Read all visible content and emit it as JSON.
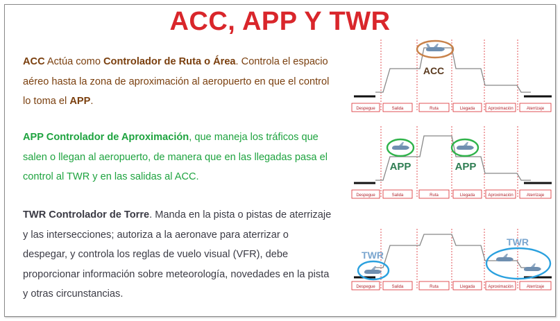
{
  "title": "ACC, APP Y TWR",
  "paragraphs": {
    "acc": {
      "b1": "ACC",
      "t1": " Actúa como ",
      "b2": "Controlador de Ruta o Área",
      "t2": ". Controla el espacio aéreo hasta la zona de aproximación al aeropuerto en que el control lo toma el ",
      "b3": "APP",
      "t3": "."
    },
    "app": {
      "b1": "APP Controlador de Aproximación",
      "t1": ", que maneja los tráficos que salen o llegan al aeropuerto, de manera que en las llegadas pasa el control al TWR y en las salidas al ACC."
    },
    "twr": {
      "b1": "TWR Controlador de Torre",
      "t1": ". Manda en la pista o pistas de aterrizaje y las intersecciones; autoriza a la aeronave para aterrizar o despegar, y controla los reglas de vuelo visual (VFR), debe proporcionar información sobre meteorología, novedades en la pista y otras circunstancias."
    }
  },
  "phases": [
    "Despegue",
    "Salida",
    "Ruta",
    "Llegada",
    "Aproximación",
    "Aterrizaje"
  ],
  "diagram_labels": {
    "acc": "ACC",
    "app_left": "APP",
    "app_right": "APP",
    "twr_left": "TWR",
    "twr_right": "TWR"
  },
  "colors": {
    "title": "#d9262b",
    "acc_text": "#7a3f0e",
    "app_text": "#1ea33f",
    "twr_text": "#3a3a44",
    "acc_marker": "#c8824a",
    "app_marker": "#2fb34a",
    "twr_marker": "#2aa0de",
    "app_label": "#2e7d52",
    "twr_label": "#7aa6cf",
    "phase_border": "#d9262b",
    "phase_text": "#b0232b"
  },
  "icons": [
    "airplane-icon"
  ]
}
